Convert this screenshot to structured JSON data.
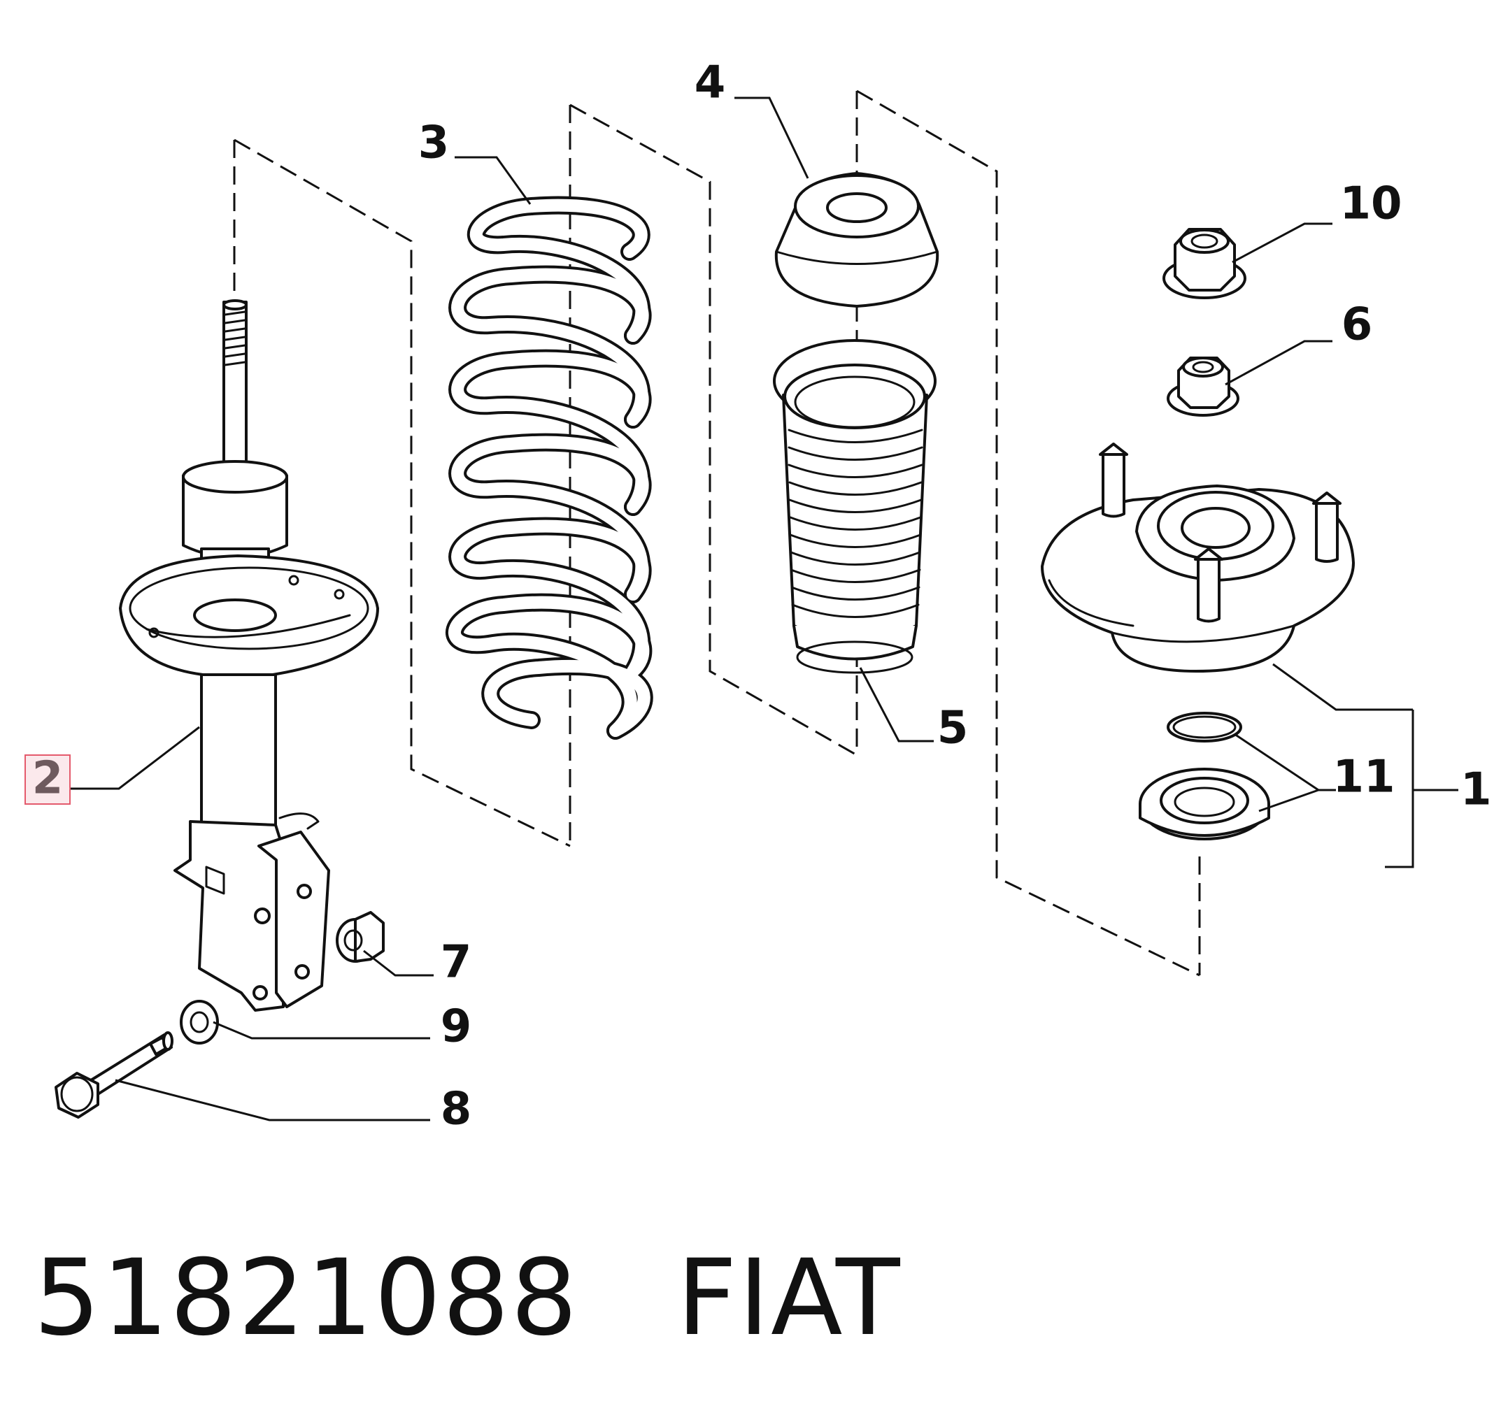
{
  "callouts": {
    "c1": "1",
    "c2": "2",
    "c3": "3",
    "c4": "4",
    "c5": "5",
    "c6": "6",
    "c7": "7",
    "c8": "8",
    "c9": "9",
    "c10": "10",
    "c11": "11"
  },
  "footer": {
    "part_number": "51821088",
    "brand": "FIAT"
  },
  "colors": {
    "highlight_border": "#e45a6c",
    "highlight_fill": "#fbe9ec",
    "line": "#111111"
  }
}
